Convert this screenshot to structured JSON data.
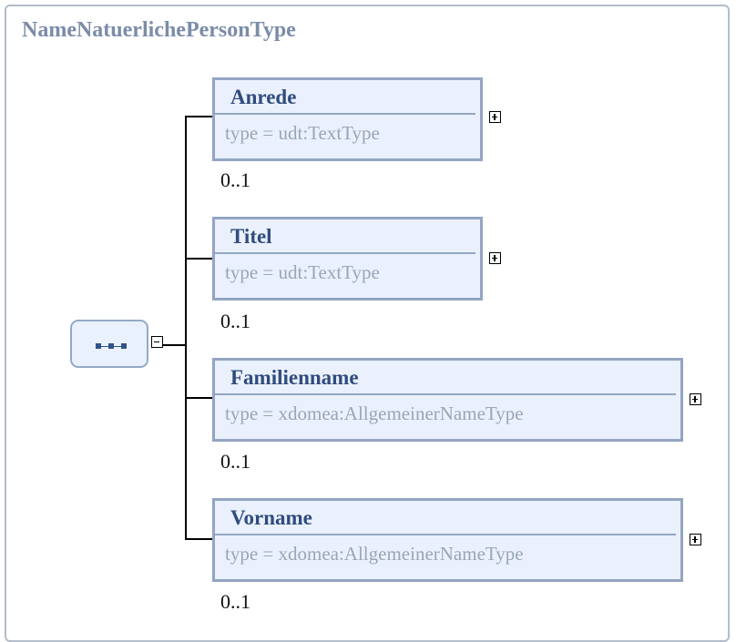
{
  "complex_type": {
    "name": "NameNatuerlichePersonType"
  },
  "compositor": {
    "kind": "sequence",
    "icon": "sequence-icon"
  },
  "elements": [
    {
      "name": "Anrede",
      "type_text": "type  =  udt:TextType",
      "cardinality": "0..1"
    },
    {
      "name": "Titel",
      "type_text": "type  =  udt:TextType",
      "cardinality": "0..1"
    },
    {
      "name": "Familienname",
      "type_text": "type  =  xdomea:AllgemeinerNameType",
      "cardinality": "0..1"
    },
    {
      "name": "Vorname",
      "type_text": "type  =  xdomea:AllgemeinerNameType",
      "cardinality": "0..1"
    }
  ],
  "colors": {
    "title": "#7b8ca9",
    "element_border": "#93a5c2",
    "element_fill": "#eaf1fc",
    "element_name": "#304c7e",
    "type_text": "#9aa6b4"
  }
}
